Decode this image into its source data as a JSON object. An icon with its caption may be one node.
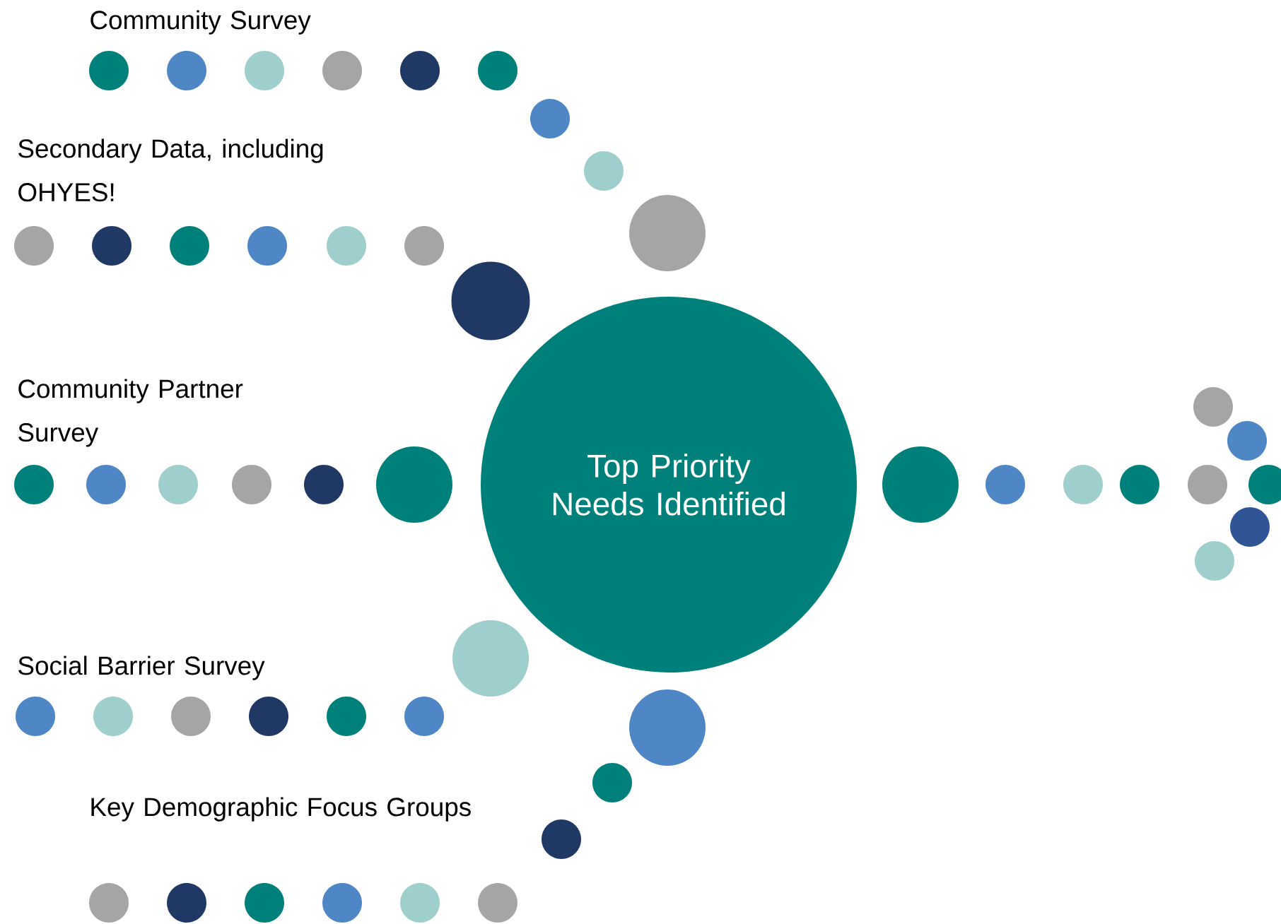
{
  "diagram": {
    "nodes": [
      {
        "text": [
          "Top Priority Needs Identified"
        ]
      }
    ],
    "labels": [
      "Community Survey",
      "Secondary Data, including OHYES!",
      "Community Partner Survey",
      "Social Barrier Survey",
      "Key Demographic Focus Groups"
    ]
  }
}
